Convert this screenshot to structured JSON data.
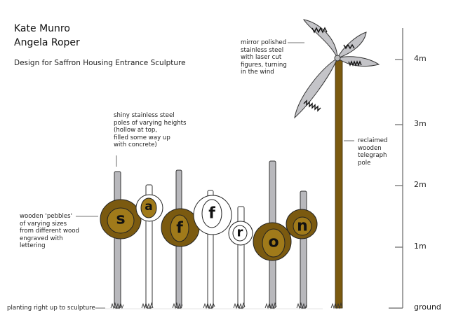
{
  "authors": [
    "Kate Munro",
    "Angela Roper"
  ],
  "title": "Design for Saffron Housing Entrance Sculpture",
  "annotations": {
    "wind_figures": "mirror polished\nstainless steel\nwith laser cut\nfigures, turning\nin the wind",
    "steel_poles": "shiny stainless steel\npoles of varying heights\n(hollow at top,\nfilled some way up\nwith concrete)",
    "telegraph_pole": "reclaimed\nwooden\ntelegraph\npole",
    "pebbles": "wooden 'pebbles'\nof varying sizes\nfrom different wood\nengraved with\nlettering",
    "planting": "planting right up to sculpture"
  },
  "scale": {
    "labels": [
      "ground",
      "1m",
      "2m",
      "3m",
      "4m"
    ]
  },
  "letters": [
    "s",
    "a",
    "f",
    "f",
    "r",
    "o",
    "n"
  ],
  "colors": {
    "wood_dark": "#7b5a10",
    "wood_light": "#a07a1a",
    "steel": "#b8b8bc",
    "petal": "#c4c4c8"
  }
}
